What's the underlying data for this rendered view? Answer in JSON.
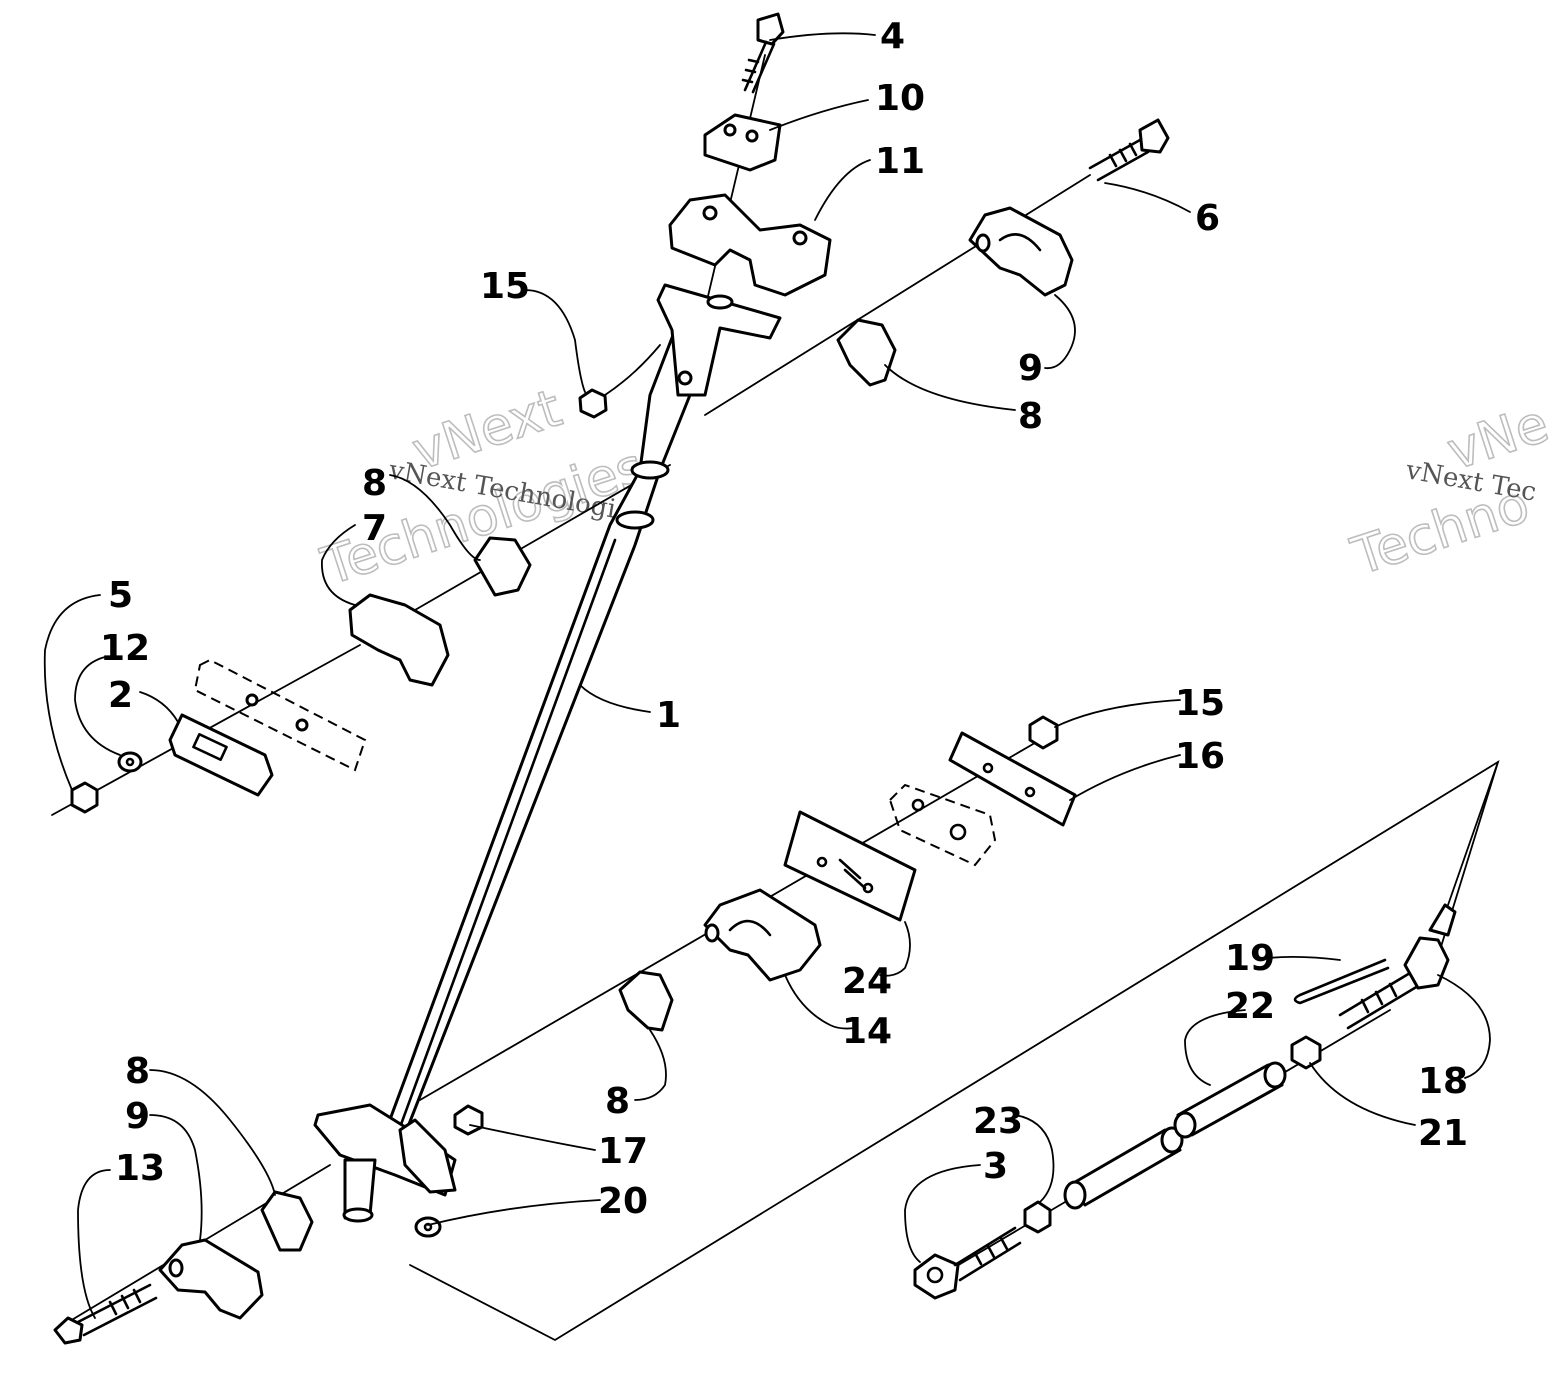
{
  "watermarks": [
    {
      "line1": "vNext",
      "line2": "Technologies",
      "caption": "vNext Technologies"
    },
    {
      "line1": "vNe",
      "line2": "Techno",
      "caption": "vNext Tec"
    }
  ],
  "callouts": {
    "c1": "1",
    "c2": "2",
    "c3": "3",
    "c4": "4",
    "c5": "5",
    "c6": "6",
    "c7": "7",
    "c8a": "8",
    "c8b": "8",
    "c8c": "8",
    "c8d": "8",
    "c9a": "9",
    "c9b": "9",
    "c10": "10",
    "c11": "11",
    "c12": "12",
    "c13": "13",
    "c14": "14",
    "c15a": "15",
    "c15b": "15",
    "c16": "16",
    "c17": "17",
    "c18": "18",
    "c19": "19",
    "c20": "20",
    "c21": "21",
    "c22": "22",
    "c23": "23",
    "c24": "24"
  }
}
